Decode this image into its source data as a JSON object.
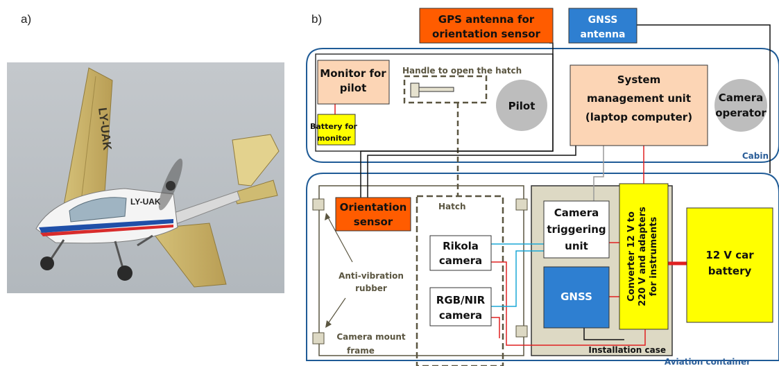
{
  "panels": {
    "a": "a)",
    "b": "b)"
  },
  "aircraft": {
    "registration": "LY-UAK"
  },
  "zones": {
    "cabin": "Cabin",
    "aviation_container": "Aviation container",
    "installation_case": "Installation case",
    "hatch": "Hatch",
    "hatch_handle": "Handle to open the hatch"
  },
  "components": {
    "gps_antenna": [
      "GPS antenna for",
      "orientation sensor"
    ],
    "gnss_antenna": [
      "GNSS",
      "antenna"
    ],
    "monitor": [
      "Monitor for",
      "pilot"
    ],
    "battery_monitor": [
      "Battery for",
      "monitor"
    ],
    "pilot": "Pilot",
    "system_unit": [
      "System",
      "management unit",
      "(laptop computer)"
    ],
    "camera_operator": [
      "Camera",
      "operator"
    ],
    "orientation_sensor": [
      "Orientation",
      "sensor"
    ],
    "camera_trigger": [
      "Camera",
      "triggering",
      "unit"
    ],
    "converter": [
      "Converter 12 V to",
      "220 V and adapters",
      "for instruments"
    ],
    "car_battery": [
      "12 V car",
      "battery"
    ],
    "rikola": [
      "Rikola",
      "camera"
    ],
    "rgb_nir": [
      "RGB/NIR",
      "camera"
    ],
    "gnss": "GNSS",
    "anti_vibration": [
      "Anti-vibration",
      "rubber"
    ],
    "mount_frame": [
      "Camera mount",
      "frame"
    ]
  },
  "colors": {
    "orange": "#ff5c00",
    "blue": "#2e7fd1",
    "peach": "#fcd5b5",
    "yellow": "#ffff00",
    "gray_circle": "#bdbdbd",
    "case_fill": "#ddd9c4",
    "outline_blue": "#1f5b96",
    "wire_red": "#e02020",
    "wire_cyan": "#1aa7d6",
    "wire_gray": "#9a9a9a"
  }
}
